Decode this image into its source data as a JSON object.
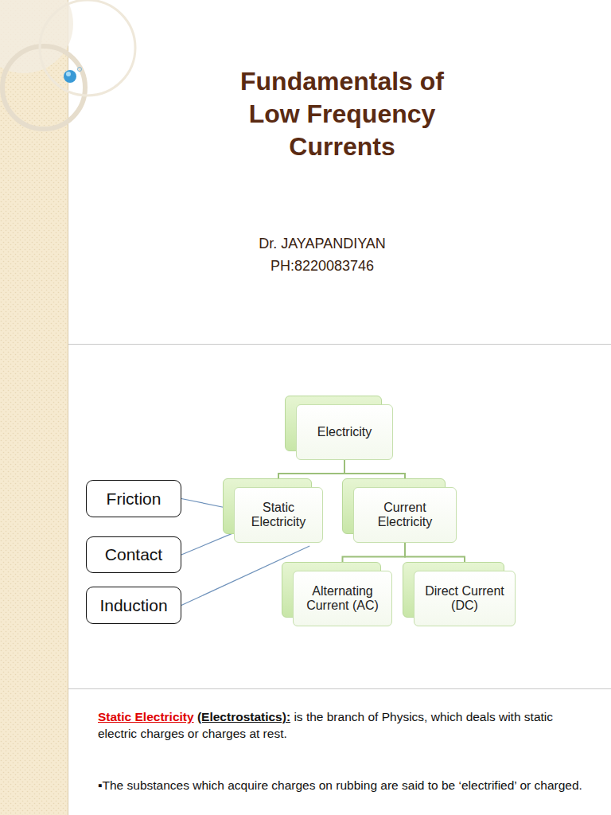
{
  "diagram": {
    "title": "Fundamentals of Low Frequency Currents",
    "nodes": [
      {
        "text": [
          "Electricity"
        ]
      },
      {
        "text": [
          "Static Electricity"
        ]
      },
      {
        "text": [
          "Current Electricity"
        ]
      },
      {
        "text": [
          "Alternating Current (AC)"
        ]
      },
      {
        "text": [
          "Direct Current (DC)"
        ]
      },
      {
        "text": [
          "Friction"
        ]
      },
      {
        "text": [
          "Contact"
        ]
      },
      {
        "text": [
          "Induction"
        ]
      }
    ],
    "edges": [
      {
        "from": 0,
        "to": 1,
        "arrow": "none"
      },
      {
        "from": 0,
        "to": 2,
        "arrow": "none"
      },
      {
        "from": 2,
        "to": 3,
        "arrow": "none"
      },
      {
        "from": 2,
        "to": 4,
        "arrow": "none"
      },
      {
        "from": 5,
        "to": 1,
        "arrow": "none"
      },
      {
        "from": 6,
        "to": 1,
        "arrow": "none"
      },
      {
        "from": 7,
        "to": 1,
        "arrow": "none"
      }
    ],
    "labels": [
      "Dr. JAYAPANDIYAN",
      "PH:8220083746",
      "Static Electricity",
      "(Electrostatics):",
      "is the branch of Physics, which deals with static electric charges or charges at rest.",
      "▪The substances which acquire charges on rubbing are said to be ‘electrified’ or charged."
    ]
  }
}
